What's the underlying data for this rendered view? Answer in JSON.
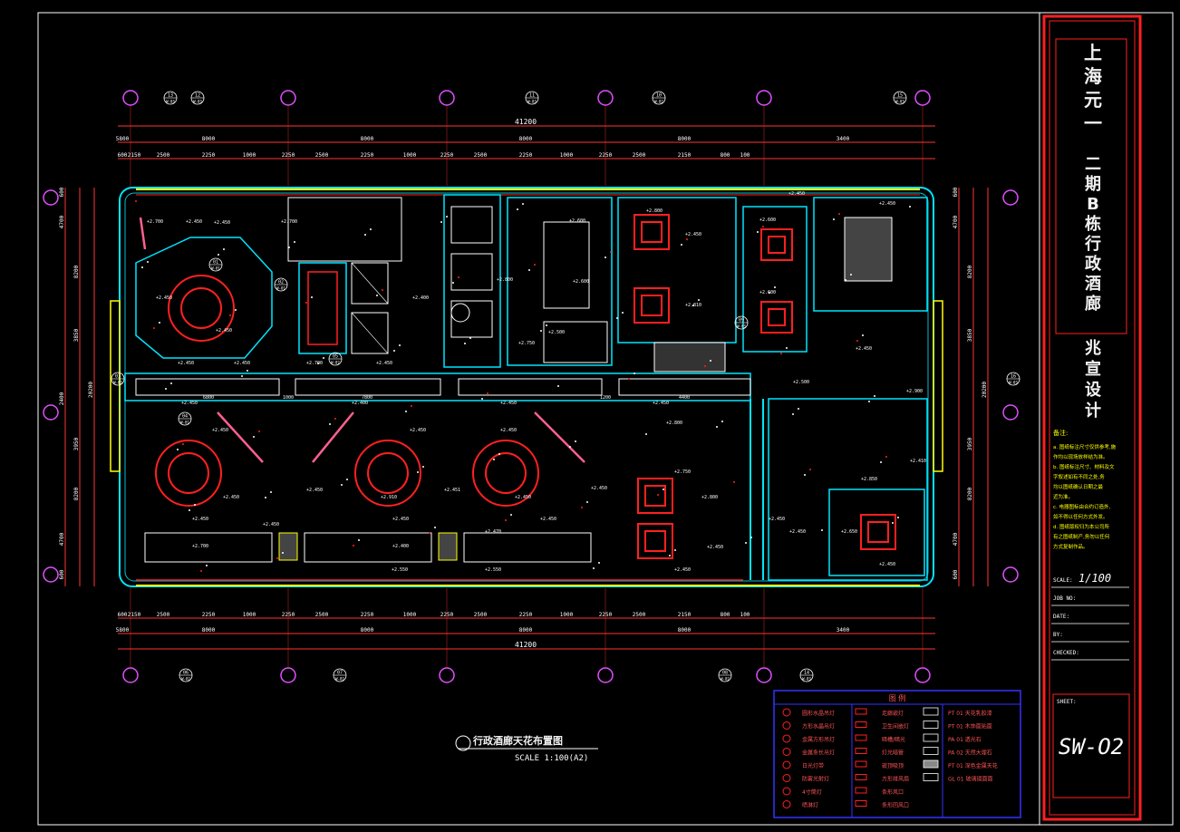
{
  "title_block": {
    "project_chars": [
      "上",
      "海",
      "元",
      "一"
    ],
    "building_chars": [
      "二",
      "期",
      "B",
      "栋",
      "行",
      "政",
      "酒",
      "廊"
    ],
    "designer_chars": [
      "兆",
      "宣",
      "设",
      "计"
    ],
    "notes_title": "备注:",
    "notes": [
      "a. 图纸标注尺寸仅供参考,施",
      "   作均以现场放样结为准。",
      "b. 图纸标注尺寸、材料及文",
      "   字叙述如有不同之处,务",
      "   均以图纸确认日期之最",
      "   近为准。",
      "c. 电器图标由合约订造外,",
      "   如不得以任何方式外发。",
      "d. 图纸版权归为本公司所",
      "   有之图纸制产,务勿以任何",
      "   方式复制作品。"
    ],
    "scale_label": "SCALE:",
    "scale_value": "1/100",
    "job_label": "JOB NO:",
    "date_label": "DATE:",
    "by_label": "BY:",
    "checked_label": "CHECKED:",
    "sheet_label": "SHEET:",
    "sheet_number": "SW-O2"
  },
  "drawing": {
    "title": "行政酒廊天花布置图",
    "scale": "SCALE 1:100(A2)"
  },
  "dimensions": {
    "overall": "41200",
    "top_row2": [
      "5800",
      "8000",
      "8000",
      "8000",
      "8000",
      "3400"
    ],
    "top_row3": [
      "600",
      "2150",
      "2500",
      "2250",
      "1000",
      "2250",
      "2500",
      "2250",
      "1000",
      "2250",
      "2500",
      "2250",
      "1000",
      "2250",
      "2500",
      "2150",
      "800",
      "100"
    ],
    "left_side": [
      "600",
      "4700",
      "8200",
      "3850",
      "20200",
      "2400",
      "3950",
      "8200",
      "4700",
      "600"
    ],
    "right_side": [
      "600",
      "4700",
      "8200",
      "3850",
      "20200",
      "3950",
      "8200",
      "4700",
      "600"
    ],
    "corridor": [
      "6800",
      "1000",
      "7800",
      "1200",
      "4400"
    ]
  },
  "ceiling_levels": [
    "+2.450",
    "+2.700",
    "+2.400",
    "+2.600",
    "+2.800",
    "+2.810",
    "+2.750",
    "+2.500",
    "+2.900",
    "+2.910",
    "+2.451",
    "+2.470",
    "+2.550",
    "+2.650",
    "+2.850",
    "+2.410"
  ],
  "grid_tags": {
    "top": [
      [
        "13",
        "W-03"
      ],
      [
        "12",
        "W-03"
      ],
      [
        "11",
        "W-03"
      ],
      [
        "10",
        "W-02"
      ],
      [
        "15",
        "W-03"
      ]
    ],
    "bottom": [
      [
        "06",
        "W-02"
      ],
      [
        "07",
        "W-02"
      ],
      [
        "08",
        "W-02"
      ],
      [
        "14",
        "W-03"
      ]
    ],
    "side": [
      [
        "03",
        "W-03"
      ],
      [
        "16",
        "W-03"
      ]
    ],
    "inner": [
      [
        "01",
        "W-01"
      ],
      [
        "02",
        "W-01"
      ],
      [
        "04",
        "W-01"
      ],
      [
        "05",
        "W-02"
      ],
      [
        "09",
        "W-03"
      ]
    ]
  },
  "legend": {
    "title": "图   例",
    "col1": [
      "圆形水晶吊灯",
      "方形水晶吊灯",
      "金属方形吊灯",
      "金属条长吊灯",
      "日光灯带",
      "防雾光射灯",
      "4寸筒灯",
      "喷淋灯"
    ],
    "col2": [
      "走廊嵌灯",
      "卫生间嵌灯",
      "暗槽/暗光",
      "灯光暗管",
      "嵌顶吸顶",
      "方形排风扇",
      "条形风口",
      "条形回风口"
    ],
    "col3": [
      "PT 01  天花乳胶漆",
      "PT 01  木饰面贴面",
      "PA 01  透光石",
      "PA 02  天然大理石",
      "PT 01  深色金属天花",
      "GL 01  玻璃镜面面"
    ]
  },
  "colors": {
    "background": "#000000",
    "wall": "#00e5ff",
    "dimension": "#ff3333",
    "accent_red": "#ff2020",
    "yellow": "#ffff00",
    "magenta": "#e050ff",
    "white": "#ffffff",
    "green": "#33ff33",
    "legend_border": "#3333ff"
  }
}
